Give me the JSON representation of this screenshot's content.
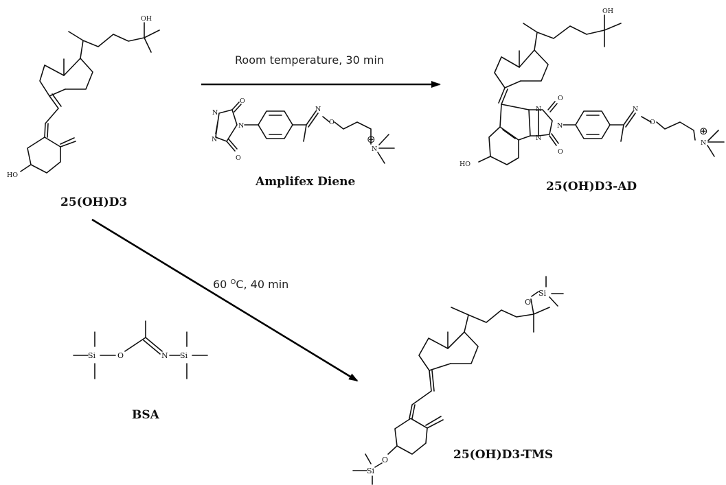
{
  "compounds": {
    "start": "25(OH)D3",
    "reagent_top": "Amplifex Diene",
    "product_top": "25(OH)D3-AD",
    "reagent_bottom": "BSA",
    "product_bottom": "25(OH)D3-TMS"
  },
  "conditions": {
    "top": "Room temperature, 30 min",
    "bottom_prefix": "60 ",
    "bottom_sup": "O",
    "bottom_suffix": "C, 40 min"
  },
  "atoms": {
    "oh": "OH",
    "ho": "HO",
    "o": "O",
    "n": "N",
    "si": "Si",
    "plus": "⊕"
  },
  "colors": {
    "ink": "#111111",
    "background": "#ffffff"
  }
}
